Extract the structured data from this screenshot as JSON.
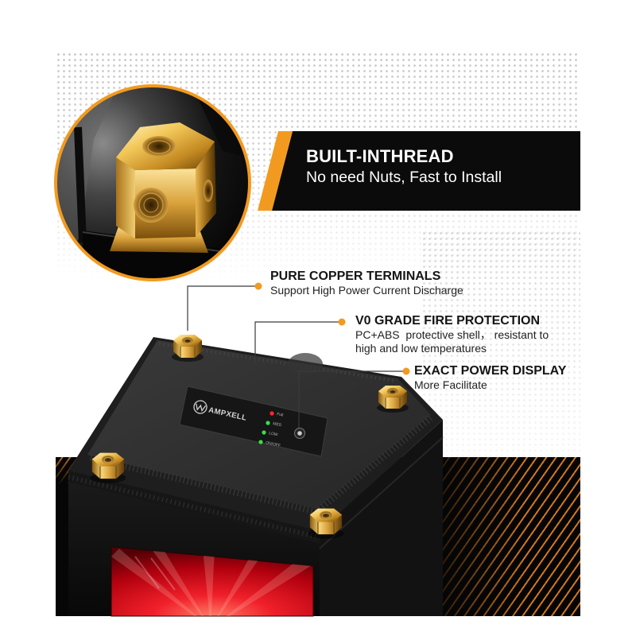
{
  "colors": {
    "accent": "#f29a1f",
    "banner_bg": "#0b0b0b",
    "heading_text": "#151515"
  },
  "banner": {
    "title": "BUILT-INTHREAD",
    "subtitle": "No need Nuts, Fast to Install"
  },
  "callouts": [
    {
      "title": "PURE COPPER TERMINALS",
      "lines": [
        "Support High Power Current Discharge"
      ]
    },
    {
      "title": "V0 GRADE FIRE PROTECTION",
      "lines": [
        "PC+ABS  protective shell， resistant to",
        "high and low temperatures"
      ]
    },
    {
      "title": "EXACT POWER DISPLAY",
      "lines": [
        "More Facilitate"
      ]
    }
  ],
  "battery": {
    "brand": "AMPXELL",
    "indicators": [
      {
        "label": "Full",
        "color": "#ff2a2a"
      },
      {
        "label": "MED",
        "color": "#35e04a"
      },
      {
        "label": "LOW",
        "color": "#35e04a"
      },
      {
        "label": "ON/OFF",
        "color": "#35e04a"
      }
    ]
  }
}
